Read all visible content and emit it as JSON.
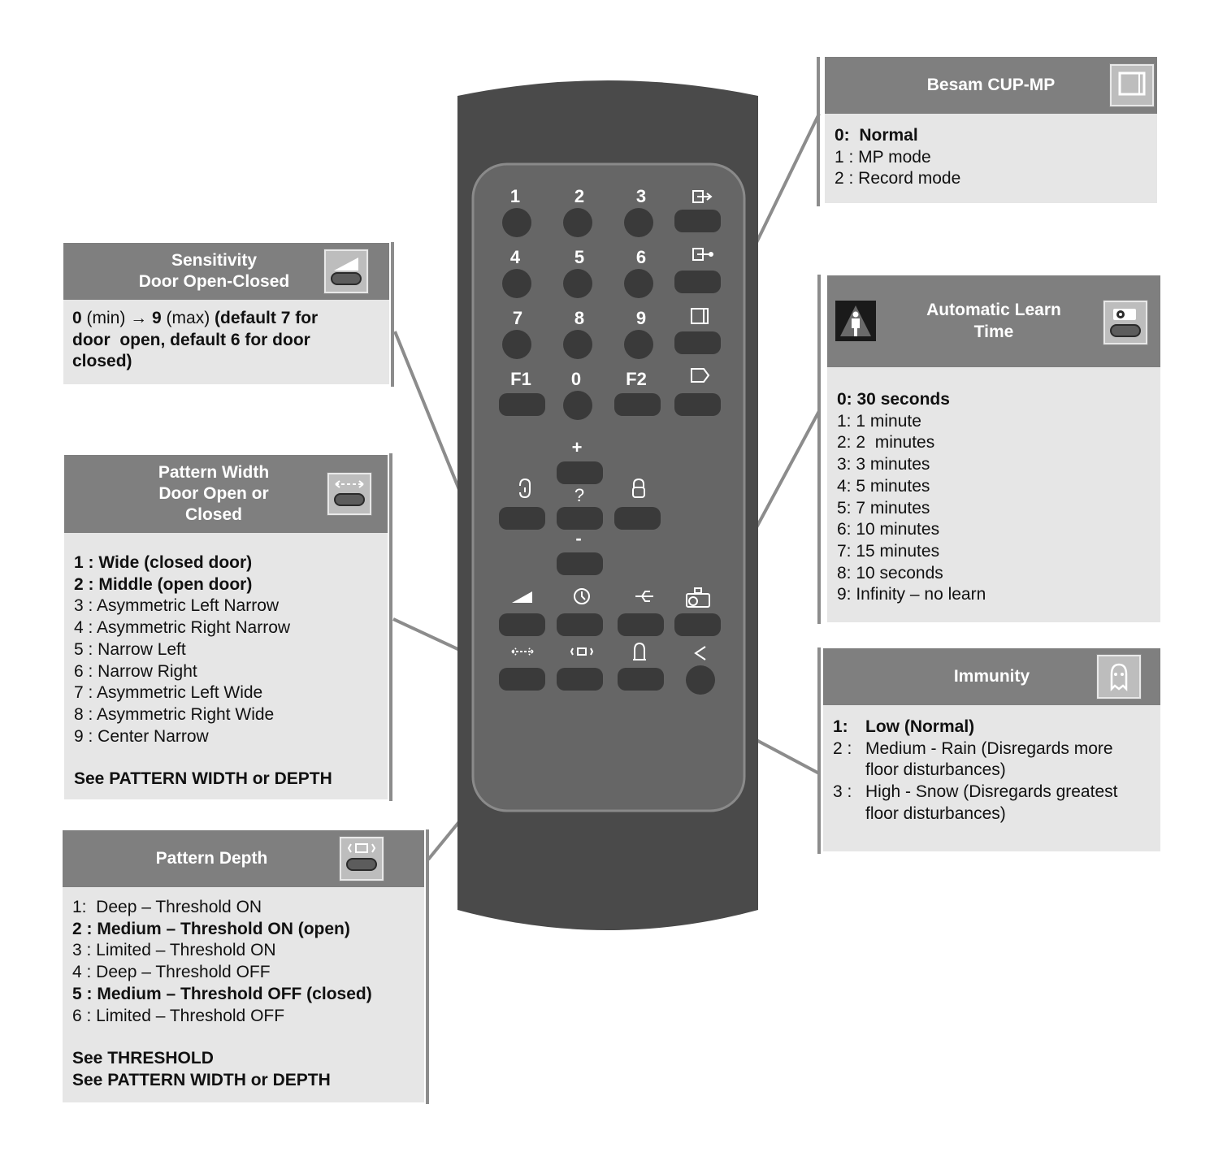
{
  "remote": {
    "keys": {
      "k1": "1",
      "k2": "2",
      "k3": "3",
      "k4": "4",
      "k5": "5",
      "k6": "6",
      "k7": "7",
      "k8": "8",
      "k9": "9",
      "f1": "F1",
      "k0": "0",
      "f2": "F2",
      "plus": "+",
      "question": "?",
      "minus": "-"
    }
  },
  "besam": {
    "title": "Besam CUP-MP",
    "lines": [
      {
        "text": "0:  Normal",
        "bold": true
      },
      {
        "text": "1 : MP mode",
        "bold": false
      },
      {
        "text": "2 : Record mode",
        "bold": false
      }
    ]
  },
  "sensitivity": {
    "title": "Sensitivity\nDoor Open-Closed",
    "line1_a": "0",
    "line1_b": " (min) → ",
    "line1_c": "9",
    "line1_d": " (max) ",
    "line1_e": "(default 7 for",
    "line2": "door  open, default 6 for door",
    "line3": "closed)"
  },
  "learn": {
    "title": "Automatic Learn\nTime",
    "lines": [
      {
        "text": "0: 30 seconds",
        "bold": true
      },
      {
        "text": "1: 1 minute",
        "bold": false
      },
      {
        "text": "2: 2  minutes",
        "bold": false
      },
      {
        "text": "3: 3 minutes",
        "bold": false
      },
      {
        "text": "4: 5 minutes",
        "bold": false
      },
      {
        "text": "5: 7 minutes",
        "bold": false
      },
      {
        "text": "6: 10 minutes",
        "bold": false
      },
      {
        "text": "7: 15 minutes",
        "bold": false
      },
      {
        "text": "8: 10 seconds",
        "bold": false
      },
      {
        "text": "9: Infinity – no learn",
        "bold": false
      }
    ]
  },
  "pattern_width": {
    "title": "Pattern Width\nDoor Open or\nClosed",
    "lines": [
      {
        "text": "1 : Wide (closed door)",
        "bold": true
      },
      {
        "text": "2 : Middle (open door)",
        "bold": true
      },
      {
        "text": "3 : Asymmetric Left Narrow",
        "bold": false
      },
      {
        "text": "4 : Asymmetric Right Narrow",
        "bold": false
      },
      {
        "text": "5 : Narrow Left",
        "bold": false
      },
      {
        "text": "6 : Narrow Right",
        "bold": false
      },
      {
        "text": "7 : Asymmetric Left Wide",
        "bold": false
      },
      {
        "text": "8 : Asymmetric Right Wide",
        "bold": false
      },
      {
        "text": "9 : Center Narrow",
        "bold": false
      }
    ],
    "see": "See PATTERN WIDTH or DEPTH"
  },
  "immunity": {
    "title": "Immunity",
    "l1_num": "1:",
    "l1_text": "Low (Normal)",
    "l2_num": "2 :",
    "l2_text": "Medium - Rain (Disregards more",
    "l2_cont": "floor disturbances)",
    "l3_num": "3 :",
    "l3_text": "High - Snow (Disregards greatest",
    "l3_cont": "floor disturbances)"
  },
  "pattern_depth": {
    "title": "Pattern Depth",
    "lines": [
      {
        "text": "1:  Deep – Threshold ON",
        "bold": false
      },
      {
        "text": "2 : Medium – Threshold ON (open)",
        "bold": true
      },
      {
        "text": "3 : Limited – Threshold ON",
        "bold": false
      },
      {
        "text": "4 : Deep – Threshold OFF",
        "bold": false
      },
      {
        "text": "5 : Medium – Threshold OFF (closed)",
        "bold": true
      },
      {
        "text": "6 : Limited – Threshold OFF",
        "bold": false
      }
    ],
    "see1": "See THRESHOLD",
    "see2": "See PATTERN WIDTH or DEPTH"
  },
  "colors": {
    "remote_body": "#4a4a4a",
    "panel": "#666666",
    "button": "#3a3a3a",
    "header": "#7f7f7f",
    "box": "#e6e6e6"
  }
}
